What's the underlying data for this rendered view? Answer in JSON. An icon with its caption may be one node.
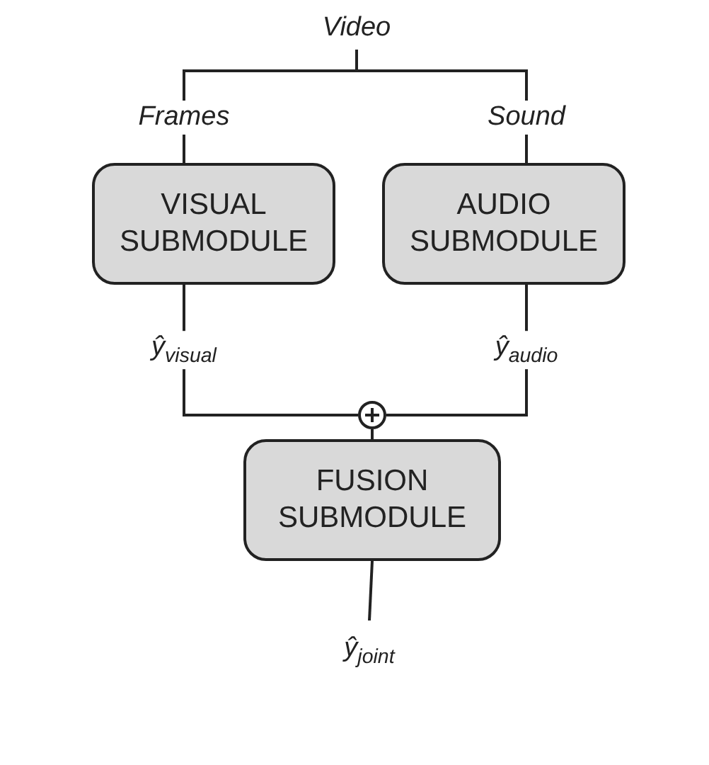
{
  "diagram": {
    "nodes": [
      {
        "text": [
          "Video"
        ]
      },
      {
        "text": [
          "VISUAL SUBMODULE"
        ]
      },
      {
        "text": [
          "AUDIO SUBMODULE"
        ]
      },
      {
        "text": [],
        "shape": "circle"
      },
      {
        "text": [
          "FUSION SUBMODULE"
        ]
      },
      {
        "text": [
          "ŷ$_{joint}$"
        ]
      }
    ],
    "edges": [
      {
        "from": 0,
        "to": 1,
        "arrow": "none",
        "label": "Frames"
      },
      {
        "from": 0,
        "to": 2,
        "arrow": "none",
        "label": "Sound"
      },
      {
        "from": 1,
        "to": 3,
        "arrow": "none",
        "label": "ŷ$_{visual}$"
      },
      {
        "from": 2,
        "to": 3,
        "arrow": "none",
        "label": "ŷ$_{audio}$"
      },
      {
        "from": 3,
        "to": 4,
        "arrow": "none"
      },
      {
        "from": 4,
        "to": 5,
        "arrow": "none"
      }
    ]
  }
}
